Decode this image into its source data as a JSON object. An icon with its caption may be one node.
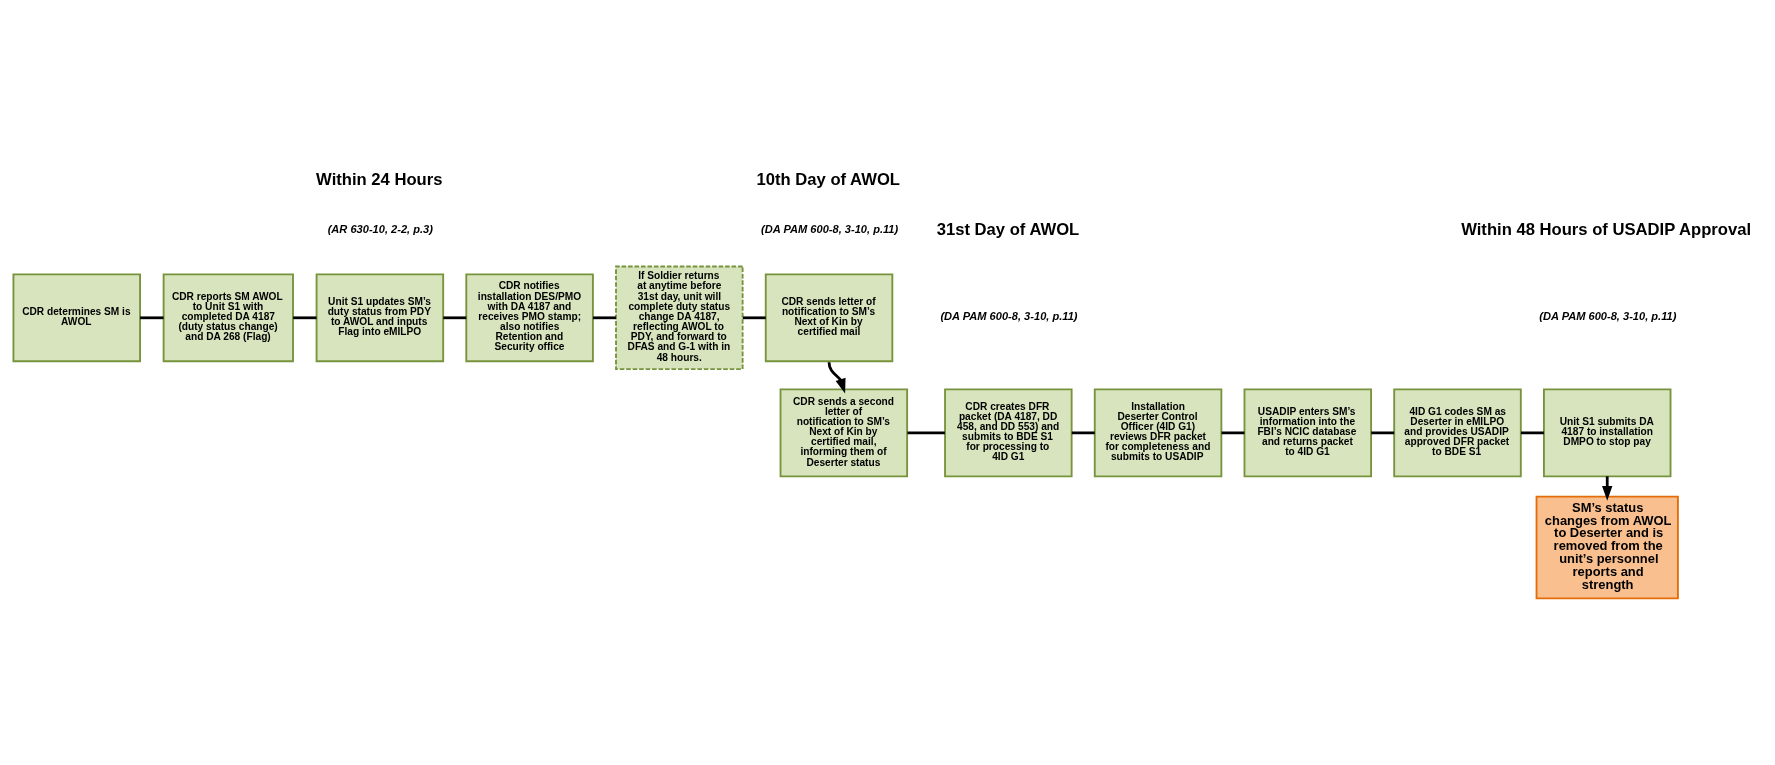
{
  "diagram": {
    "nodes": [
      {
        "text": [
          "CDR determines SM is AWOL"
        ]
      },
      {
        "text": [
          "CDR reports SM AWOL to Unit S1 with completed DA 4187 (duty status change) and DA 268 (Flag)"
        ]
      },
      {
        "text": [
          "Unit S1 updates SM’s duty status from PDY to AWOL and inputs Flag into eMILPO"
        ]
      },
      {
        "text": [
          "CDR notifies installation DES/PMO with DA 4187 and receives PMO stamp; also notifies Retention and Security office"
        ]
      },
      {
        "text": [
          "If Soldier returns at anytime before 31st day, unit will complete duty status change DA 4187, reflecting AWOL to PDY, and forward to DFAS and G-1 with in 48 hours."
        ]
      },
      {
        "text": [
          "CDR sends letter of notification to SM’s Next of Kin by certified mail"
        ]
      },
      {
        "text": [
          "CDR sends a second letter of notification to SM’s Next of Kin by certified mail, informing them of Deserter status"
        ]
      },
      {
        "text": [
          "CDR creates DFR packet (DA 4187, DD 458, and DD 553) and submits to BDE S1 for processing to 4ID G1"
        ]
      },
      {
        "text": [
          "Installation Deserter Control Officer (4ID G1) reviews DFR packet for completeness and submits to USADIP"
        ]
      },
      {
        "text": [
          "USADIP enters SM’s information into the FBI’s NCIC database and returns packet to 4ID G1"
        ]
      },
      {
        "text": [
          "4ID G1 codes SM as Deserter in eMILPO and provides USADIP approved DFR packet to BDE S1"
        ]
      },
      {
        "text": [
          "Unit S1 submits DA 4187 to installation DMPO to stop pay"
        ]
      },
      {
        "text": [
          "SM’s status changes from AWOL to Deserter and is removed from the unit’s personnel reports and strength"
        ]
      }
    ],
    "edges": [
      {
        "from": 0,
        "to": 1,
        "arrow": "none"
      },
      {
        "from": 1,
        "to": 2,
        "arrow": "none"
      },
      {
        "from": 2,
        "to": 3,
        "arrow": "none"
      },
      {
        "from": 3,
        "to": 4,
        "arrow": "none"
      },
      {
        "from": 4,
        "to": 5,
        "arrow": "none"
      },
      {
        "from": 5,
        "to": 6,
        "arrow": "to"
      },
      {
        "from": 6,
        "to": 7,
        "arrow": "none"
      },
      {
        "from": 7,
        "to": 8,
        "arrow": "none"
      },
      {
        "from": 8,
        "to": 9,
        "arrow": "none"
      },
      {
        "from": 9,
        "to": 10,
        "arrow": "none"
      },
      {
        "from": 10,
        "to": 11,
        "arrow": "none"
      },
      {
        "from": 11,
        "to": 12,
        "arrow": "to"
      }
    ],
    "labels": [
      "Within 24 Hours",
      "(AR 630-10, 2-2, p.3)",
      "10th Day of AWOL",
      "(DA PAM 600-8, 3-10, p.11)",
      "31st Day of AWOL",
      "(DA PAM 600-8, 3-10, p.11)",
      "Within 48 Hours of USADIP Approval",
      "(DA PAM 600-8, 3-10, p.11)"
    ]
  }
}
